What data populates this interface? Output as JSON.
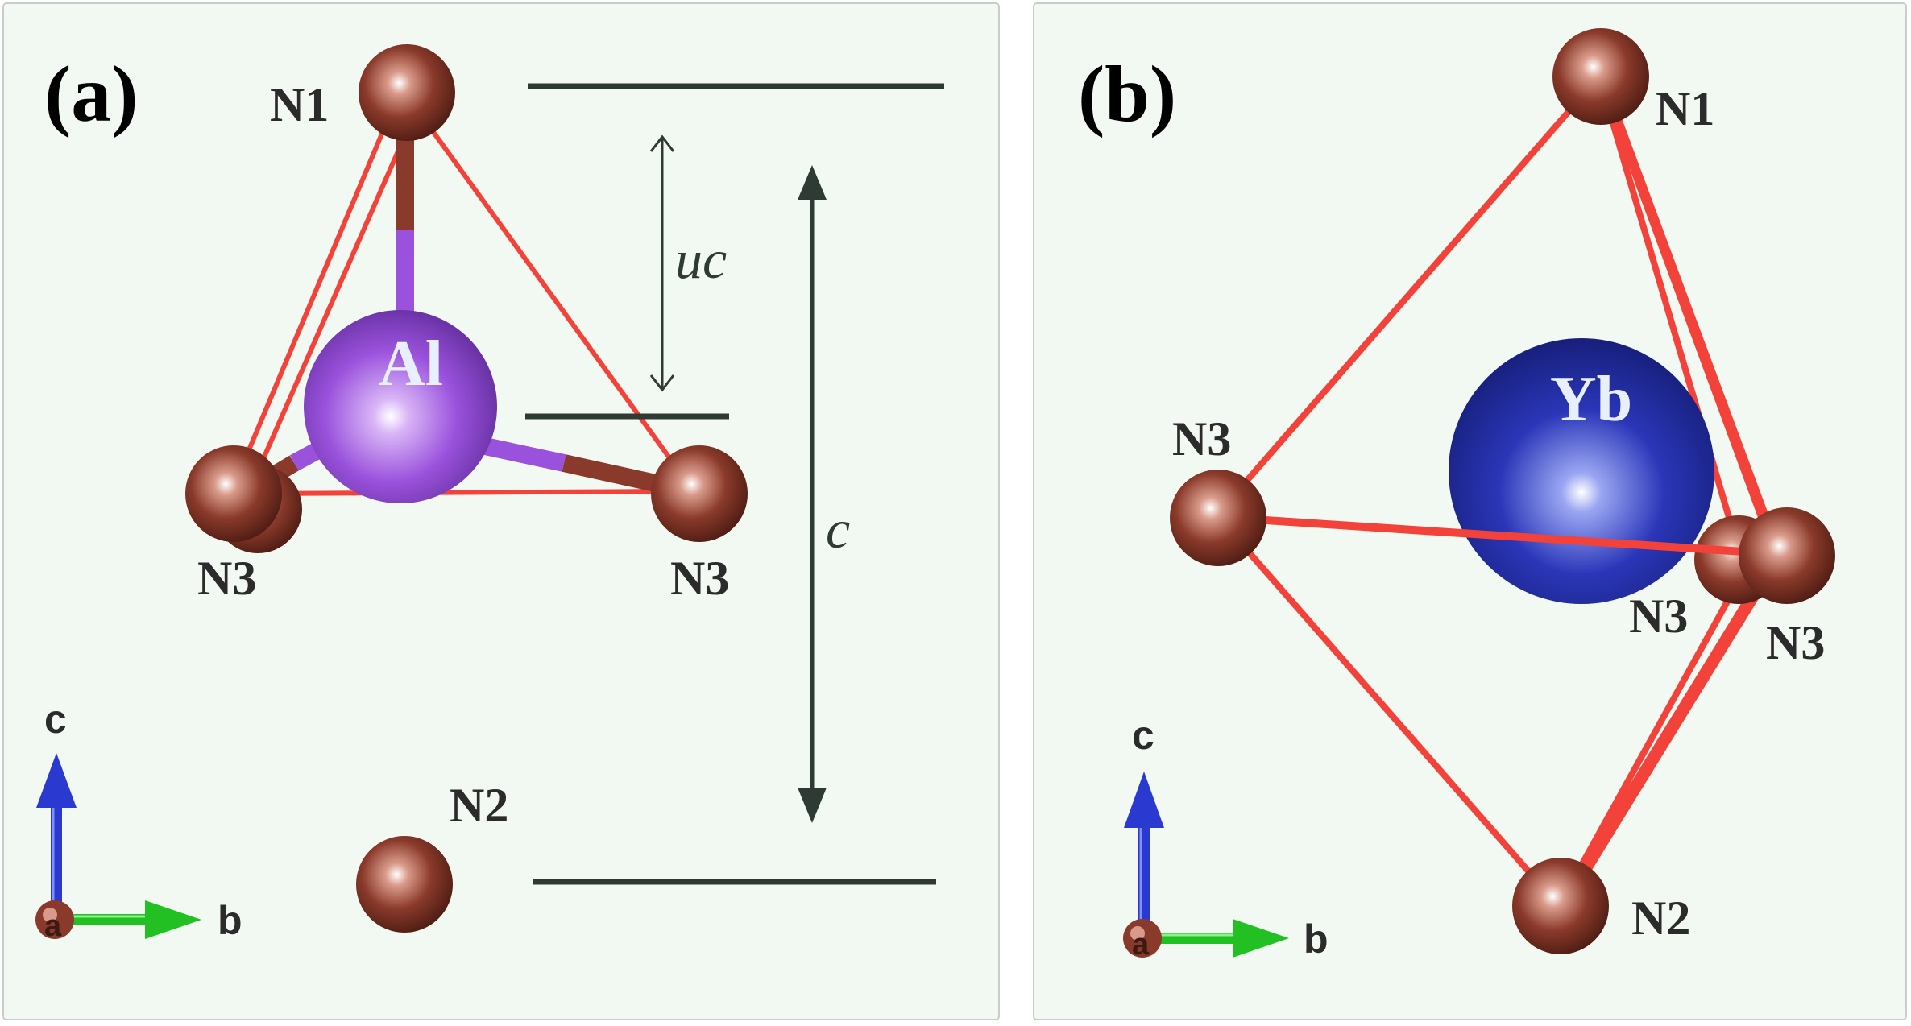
{
  "panel_a": {
    "label": "(a)",
    "center_atom": "Al",
    "atoms": {
      "top": "N1",
      "bottom": "N2",
      "left": "N3",
      "right": "N3"
    },
    "dims": {
      "uc": "uc",
      "c": "c"
    },
    "axes": {
      "c": "c",
      "b": "b",
      "a": "a"
    }
  },
  "panel_b": {
    "label": "(b)",
    "center_atom": "Yb",
    "atoms": {
      "top": "N1",
      "bottom": "N2",
      "left": "N3",
      "right_back": "N3",
      "right_front": "N3"
    },
    "axes": {
      "c": "c",
      "b": "b",
      "a": "a"
    }
  },
  "colors": {
    "panel_bg": "#f2f8f2",
    "nitrogen": "#8a3a2a",
    "aluminum": "#9a52dc",
    "ytterbium": "#2a36b8",
    "polyhedron_edge": "#f2423a",
    "dimension_line": "#2e3b34",
    "axis_c": "#2a3ad0",
    "axis_b": "#22c022"
  }
}
